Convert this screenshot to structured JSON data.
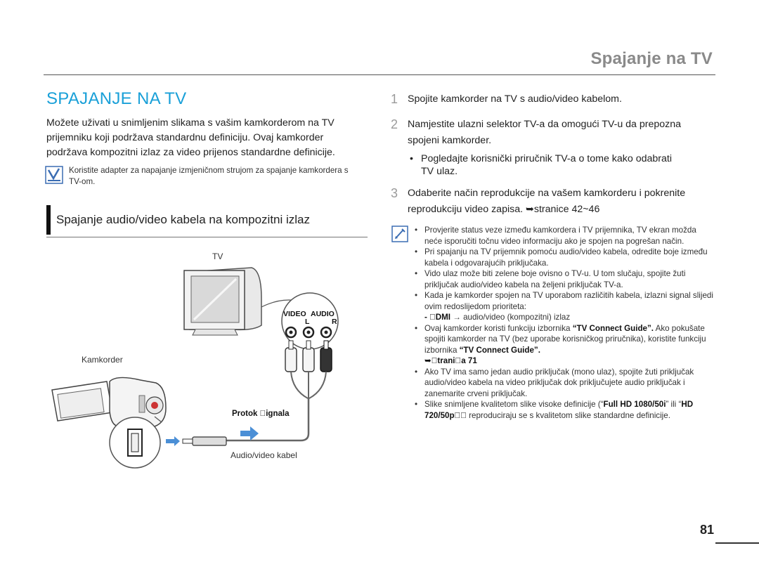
{
  "header": {
    "title": "Spajanje na TV"
  },
  "main_title": "SPAJANJE NA TV",
  "intro": "Možete uživati u snimljenim slikama s vašim kamkorderom na TV prijemniku koji podržava standardnu definiciju. Ovaj kamkorder podržava kompozitni izlaz za video prijenos standardne definicije.",
  "note1": "Koristite adapter za napajanje izmjeničnom strujom za spajanje kamkordera s TV-om.",
  "subsection_title": "Spajanje audio/video kabela na kompozitni izlaz",
  "diagram": {
    "tv_label": "TV",
    "video_label": "VIDEO",
    "audio_label": "AUDIO",
    "l_label": "L",
    "r_label": "R",
    "camcorder_label": "Kamkorder",
    "signal_label": "Protok \u0000ignala",
    "cable_label": "Audio/video kabel"
  },
  "steps": [
    {
      "num": "1",
      "text": "Spojite kamkorder na TV s audio/video kabelom."
    },
    {
      "num": "2",
      "text_line1": "Namjestite ulazni selektor TV-a da omogući TV-u da prepozna",
      "text_line2": "spojeni kamkorder."
    },
    {
      "num": "3",
      "text_line1": "Odaberite način reprodukcije na vašem kamkorderu i pokrenite",
      "text_line2": "reprodukciju video zapisa. ➥stranice 42~46"
    }
  ],
  "step2_bullet": {
    "line1": "Pogledajte korisnički priručnik TV-a o tome kako odabrati",
    "line2": "TV ulaz."
  },
  "notes": {
    "n1": "Provjerite status veze između kamkordera i TV prijemnika, TV ekran možda neće isporučiti točnu video informaciju ako je spojen na pogrešan način.",
    "n2": "Pri spajanju na TV prijemnik pomoću audio/video kabela, odredite boje između kabela i odgovarajućih priključaka.",
    "n3": "Vido ulaz može biti zelene boje ovisno o TV-u. U tom slučaju, spojite žuti priključak audio/video kabela na željeni priključak TV-a.",
    "n4": "Kada je kamkorder spojen na TV uporabom različitih kabela, izlazni signal slijedi ovim redoslijedom prioriteta:",
    "n4_sub_bold": "- \u0000DMI",
    "n4_sub_rest": " → audio/video (kompozitni) izlaz",
    "n5_a": "Ovaj kamkorder koristi funkciju izbornika ",
    "n5_b": "“TV Connect Guide”.",
    "n5_c": " Ako pokušate spojiti kamkorder na TV (bez uporabe korisničkog priručnika), koristite funkciju izbornika ",
    "n5_d": "“TV Connect Guide”.",
    "n5_e": "➥\u0000trani\u0000a 71",
    "n6": "Ako TV ima samo jedan audio priključak (mono ulaz), spojite žuti priključak audio/video kabela na video priključak dok priključujete audio priključak i zanemarite crveni priključak.",
    "n7_a": "Slike snimljene kvalitetom slike visoke definicije (“",
    "n7_b": "Full HD 1080/50i",
    "n7_c": "” ili “",
    "n7_d": "HD 720/50p\u0000\u0000",
    "n7_e": " reproduciraju se s kvalitetom slike standardne definicije."
  },
  "page_number": "81",
  "colors": {
    "accent": "#1aa0d8",
    "header_gray": "#8a8a8a",
    "arrow_blue": "#4b8fd6"
  }
}
